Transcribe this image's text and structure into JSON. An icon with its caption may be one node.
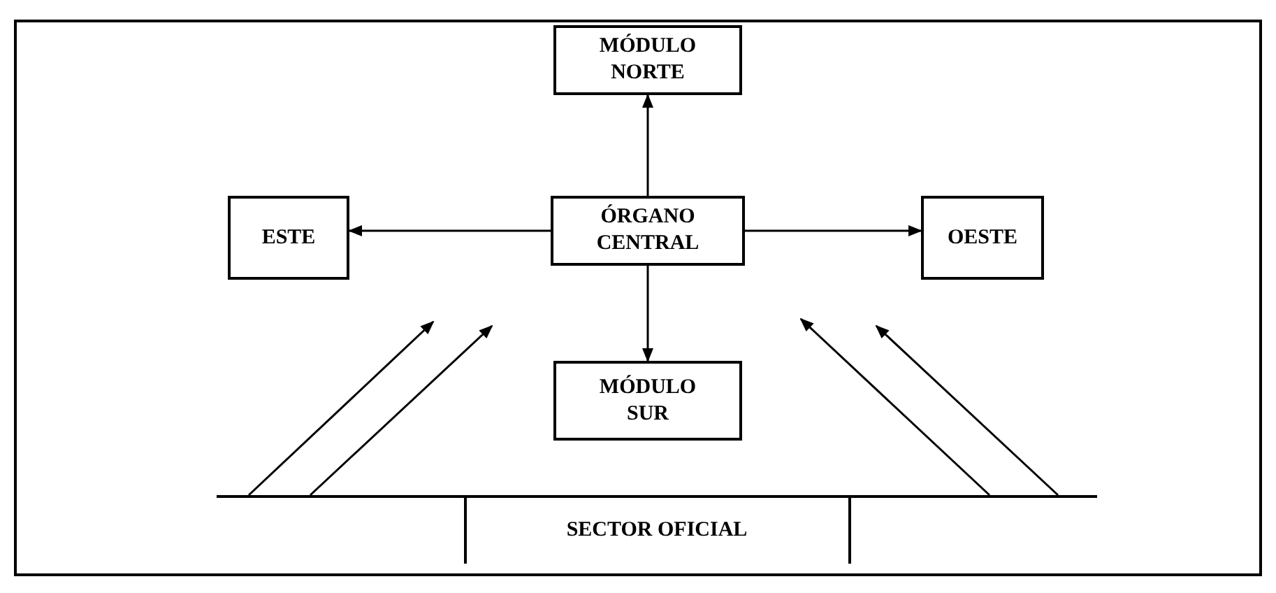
{
  "diagram": {
    "nodes": [
      {
        "text": [
          "MÓDULO NORTE"
        ]
      },
      {
        "text": [
          "ÓRGANO CENTRAL"
        ]
      },
      {
        "text": [
          "ESTE"
        ]
      },
      {
        "text": [
          "OESTE"
        ]
      },
      {
        "text": [
          "MÓDULO SUR"
        ]
      },
      {
        "text": [
          "SECTOR OFICIAL"
        ]
      }
    ],
    "edges": [
      {
        "from": 1,
        "to": 0,
        "arrow": "to"
      },
      {
        "from": 1,
        "to": 2,
        "arrow": "to"
      },
      {
        "from": 1,
        "to": 3,
        "arrow": "to"
      },
      {
        "from": 1,
        "to": 4,
        "arrow": "to"
      },
      {
        "from": 5,
        "to": null,
        "arrow": "to"
      },
      {
        "from": 5,
        "to": null,
        "arrow": "to"
      },
      {
        "from": 5,
        "to": null,
        "arrow": "to"
      },
      {
        "from": 5,
        "to": null,
        "arrow": "to"
      }
    ]
  }
}
